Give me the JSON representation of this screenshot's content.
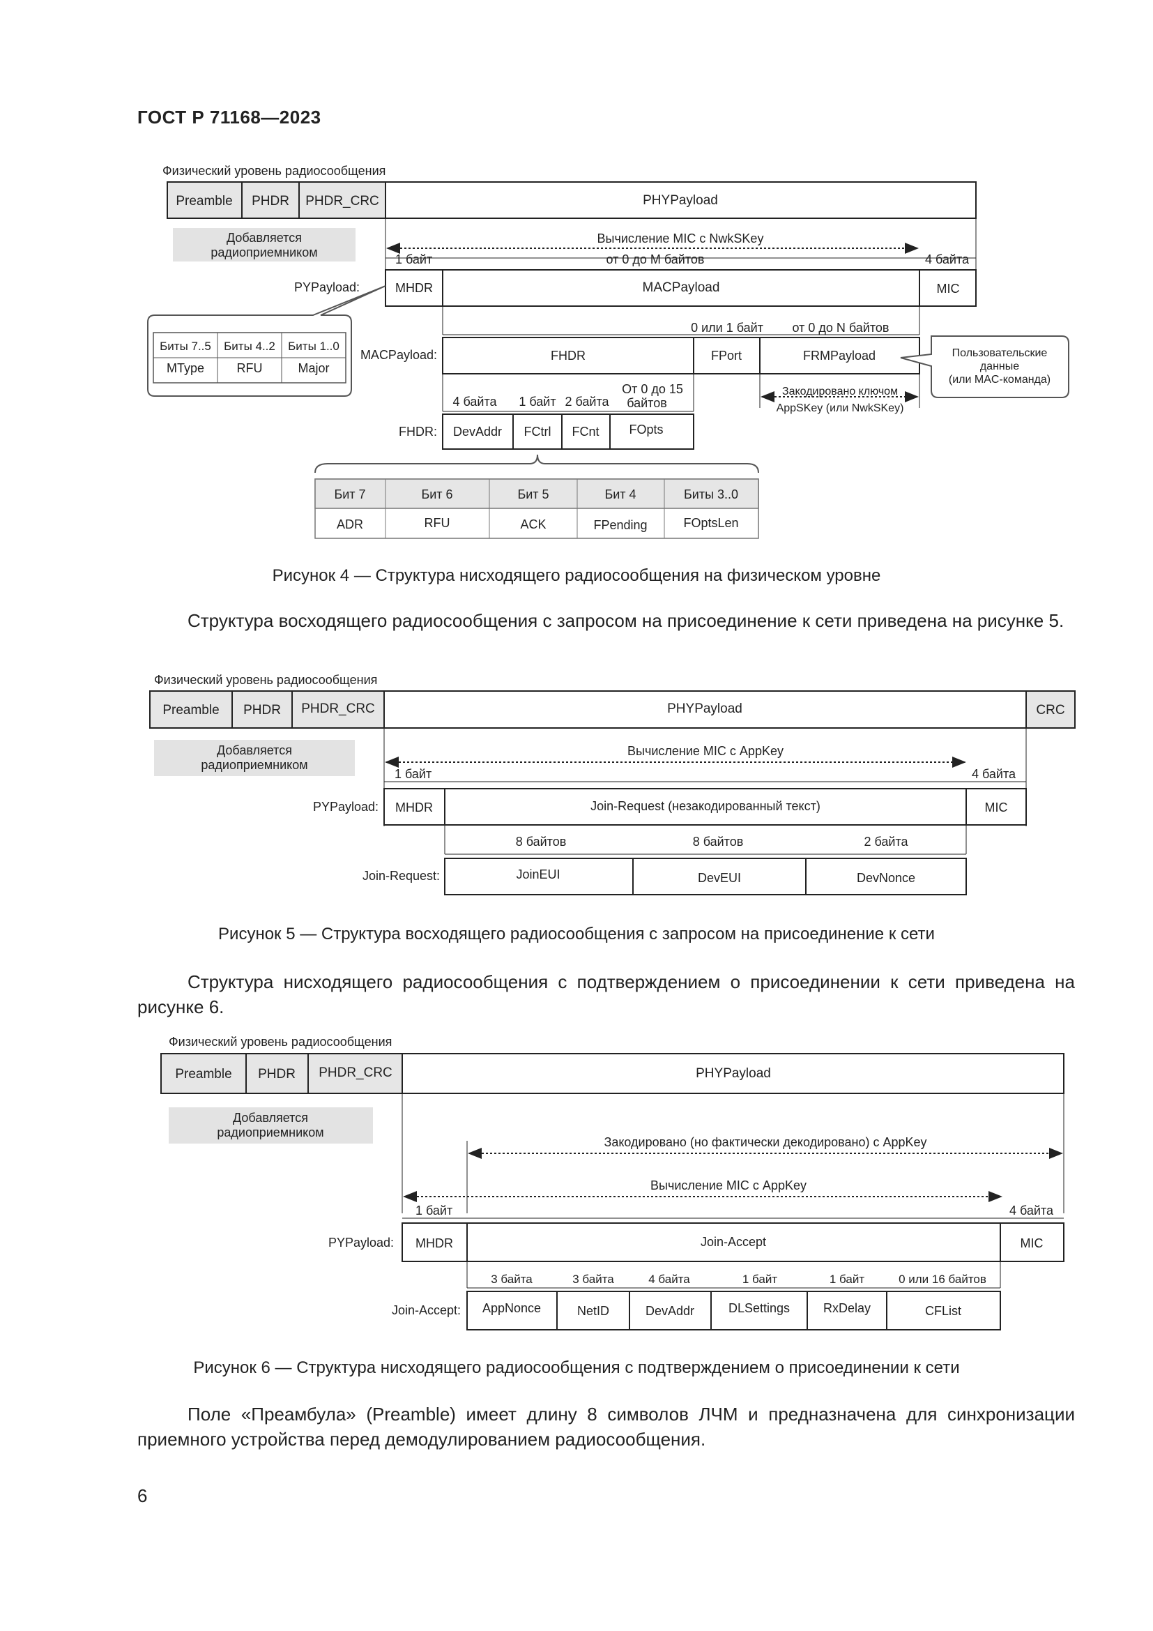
{
  "doc_header": "ГОСТ Р 71168—2023",
  "fig4": {
    "phys_label": "Физический уровень радиосообщения",
    "preamble": "Preamble",
    "phdr": "PHDR",
    "phdr_crc": "PHDR_CRC",
    "phypayload": "PHYPayload",
    "added1": "Добавляется",
    "added2": "радиоприемником",
    "mic_calc": "Вычисление MIC с NwkSKey",
    "one_byte": "1 байт",
    "m_bytes": "от 0 до M байтов",
    "four_bytes": "4 байта",
    "pypayload": "PYPayload:",
    "mhdr": "MHDR",
    "macpayload": "MACPayload",
    "mic": "MIC",
    "bits_75": "Биты 7..5",
    "bits_42": "Биты 4..2",
    "bits_10": "Биты 1..0",
    "mtype": "MType",
    "rfu": "RFU",
    "major": "Major",
    "zero_or_one": "0 или 1 байт",
    "n_bytes": "от 0 до N байтов",
    "macpayload_label": "MACPayload:",
    "fhdr": "FHDR",
    "fport": "FPort",
    "frmpayload": "FRMPayload",
    "user1": "Пользовательские",
    "user2": "данные",
    "user3": "(или MAC-команда)",
    "enc1": "Закодировано ключом",
    "enc2": "AppSKey (или NwkSKey)",
    "fhdr_4": "4 байта",
    "fhdr_1": "1 байт",
    "fhdr_2": "2 байта",
    "fhdr_15a": "От 0 до 15",
    "fhdr_15b": "байтов",
    "fhdr_label": "FHDR:",
    "devaddr": "DevAddr",
    "fctrl": "FCtrl",
    "fcnt": "FCnt",
    "fopts": "FOpts",
    "bit7": "Бит 7",
    "bit6": "Бит 6",
    "bit5": "Бит 5",
    "bit4": "Бит 4",
    "bits30": "Биты 3..0",
    "adr": "ADR",
    "rfu2": "RFU",
    "ack": "ACK",
    "fpending": "FPending",
    "foptslen": "FOptsLen",
    "caption": "Рисунок 4 — Структура нисходящего радиосообщения на физическом уровне"
  },
  "para1": "Структура восходящего радиосообщения с запросом на присоединение к сети приведена на рисунке 5.",
  "fig5": {
    "phys_label": "Физический уровень радиосообщения",
    "preamble": "Preamble",
    "phdr": "PHDR",
    "phdr_crc": "PHDR_CRC",
    "phypayload": "PHYPayload",
    "crc": "CRC",
    "added1": "Добавляется",
    "added2": "радиоприемником",
    "mic_calc": "Вычисление MIC с AppKey",
    "one_byte": "1 байт",
    "four_bytes": "4 байта",
    "pypayload": "PYPayload:",
    "mhdr": "MHDR",
    "join_request_body": "Join-Request (незакодированный текст)",
    "mic": "MIC",
    "eight1": "8 байтов",
    "eight2": "8 байтов",
    "two": "2 байта",
    "join_request": "Join-Request:",
    "joineui": "JoinEUI",
    "deveui": "DevEUI",
    "devnonce": "DevNonce",
    "caption": "Рисунок 5 — Структура восходящего радиосообщения с запросом на присоединение к сети"
  },
  "para2": "Структура нисходящего радиосообщения с подтверждением о присоединении к сети приведена на рисунке 6.",
  "fig6": {
    "phys_label": "Физический уровень радиосообщения",
    "preamble": "Preamble",
    "phdr": "PHDR",
    "phdr_crc": "PHDR_CRC",
    "phypayload": "PHYPayload",
    "added1": "Добавляется",
    "added2": "радиоприемником",
    "encoded": "Закодировано (но фактически декодировано) с AppKey",
    "mic_calc": "Вычисление MIC с AppKey",
    "one_byte": "1 байт",
    "four_bytes": "4 байта",
    "pypayload": "PYPayload:",
    "mhdr": "MHDR",
    "join_accept_body": "Join-Accept",
    "mic": "MIC",
    "b3a": "3 байта",
    "b3b": "3 байта",
    "b4": "4 байта",
    "b1a": "1 байт",
    "b1b": "1 байт",
    "b016": "0 или 16 байтов",
    "join_accept": "Join-Accept:",
    "appnonce": "AppNonce",
    "netid": "NetID",
    "devaddr": "DevAddr",
    "dlsettings": "DLSettings",
    "rxdelay": "RxDelay",
    "cflist": "CFList",
    "caption": "Рисунок 6 — Структура нисходящего радиосообщения с подтверждением о присоединении к сети"
  },
  "para3": "Поле «Преамбула» (Preamble) имеет длину 8 символов ЛЧМ и предназначена для синхронизации приемного устройства перед демодулированием радиосообщения.",
  "page_number": "6"
}
